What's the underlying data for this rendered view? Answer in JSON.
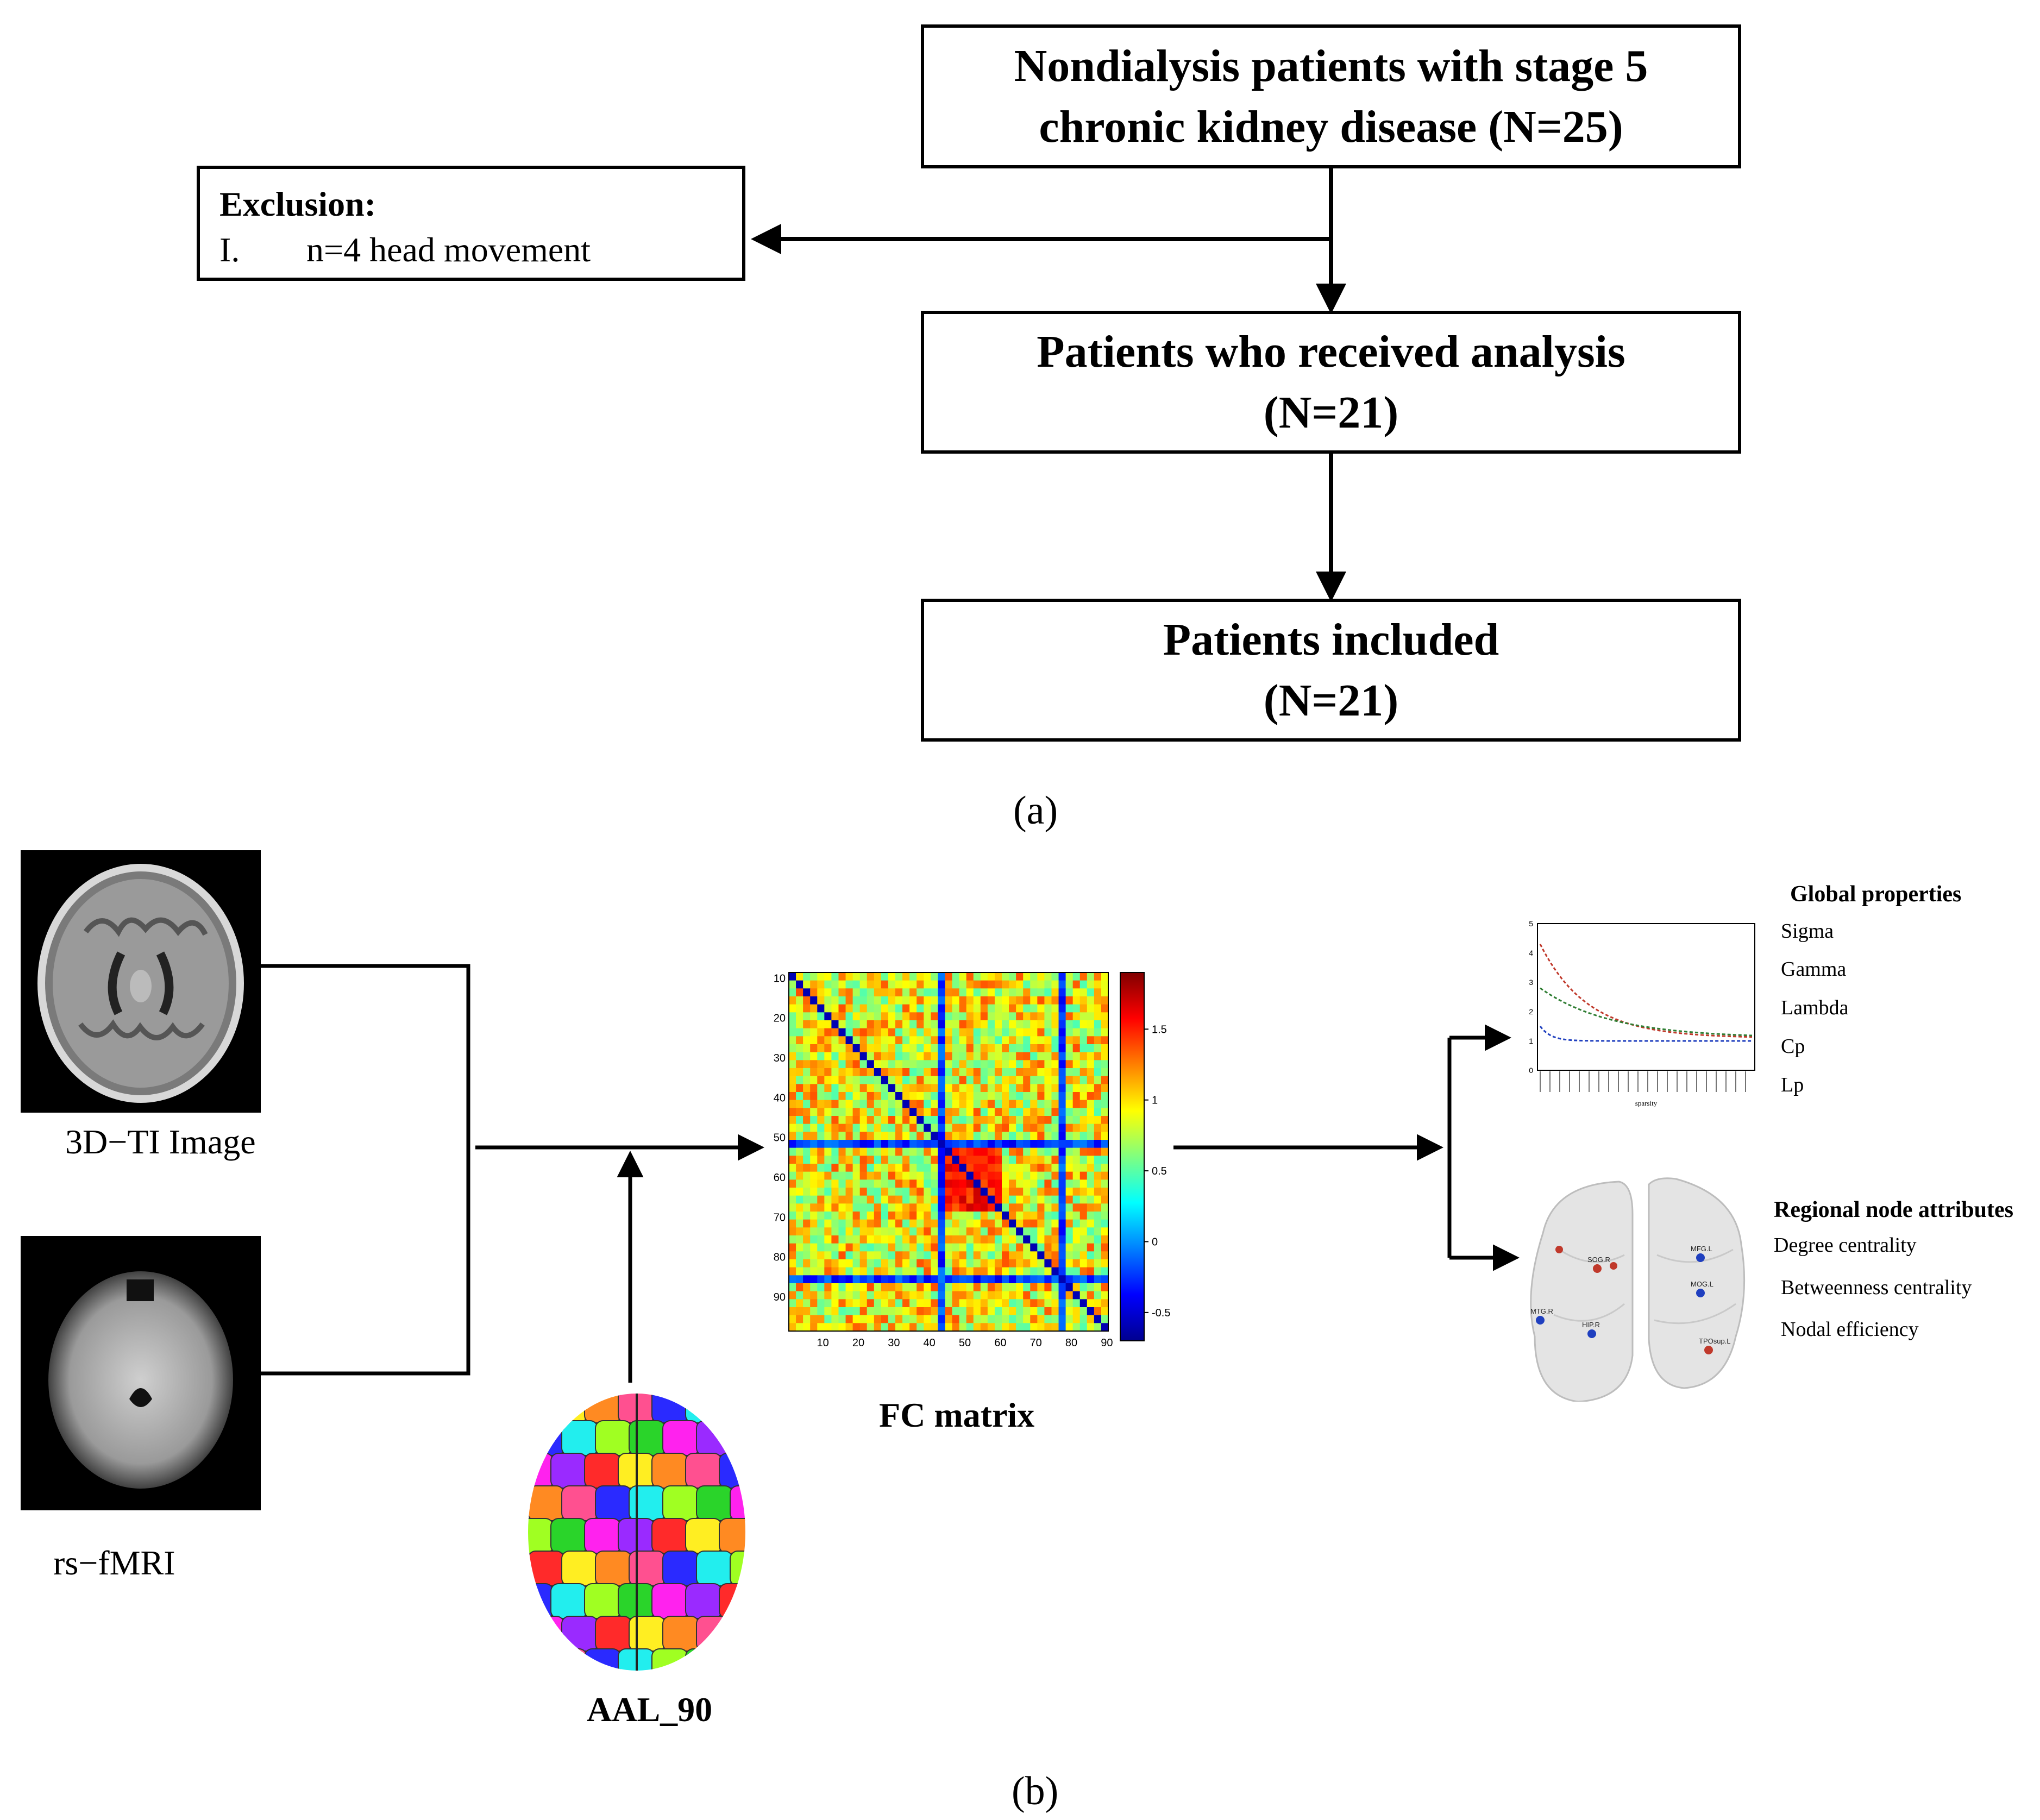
{
  "panel_a": {
    "box1": {
      "line1": "Nondialysis patients with stage 5",
      "line2": "chronic kidney disease  (N=25)"
    },
    "exclusion": {
      "title": "Exclusion:",
      "numeral": "I.",
      "detail": "n=4 head movement"
    },
    "box2": {
      "line1": "Patients who received  analysis",
      "line2": "(N=21)"
    },
    "box3": {
      "line1": "Patients included",
      "line2": "(N=21)"
    },
    "caption": "(a)"
  },
  "panel_b": {
    "t1_label": "3D−TI Image",
    "fmri_label": "rs−fMRI",
    "atlas_label": "AAL_90",
    "fc_label": "FC matrix",
    "fc_ticks": [
      "10",
      "20",
      "30",
      "40",
      "50",
      "60",
      "70",
      "80",
      "90"
    ],
    "colorbar_ticks": [
      "1.5",
      "1",
      "0.5",
      "0",
      "-0.5"
    ],
    "global": {
      "title": "Global properties",
      "items": [
        "Sigma",
        "Gamma",
        "Lambda",
        "Cp",
        "Lp"
      ],
      "y_ticks": [
        "5",
        "4",
        "3",
        "2",
        "1",
        "0"
      ],
      "x_label": "sparsity"
    },
    "regional": {
      "title": "Regional node attributes",
      "items": [
        "Degree centrality",
        "Betweenness centrality",
        "Nodal efficiency"
      ],
      "node_labels": [
        "SOG.R",
        "MFG.L",
        "MOG.L",
        "MTG.R",
        "HIP.R",
        "TPOsup.L"
      ]
    },
    "caption": "(b)",
    "colors": {
      "red": "#c0392b",
      "green": "#2e7d32",
      "blue": "#1f3fbf"
    }
  }
}
